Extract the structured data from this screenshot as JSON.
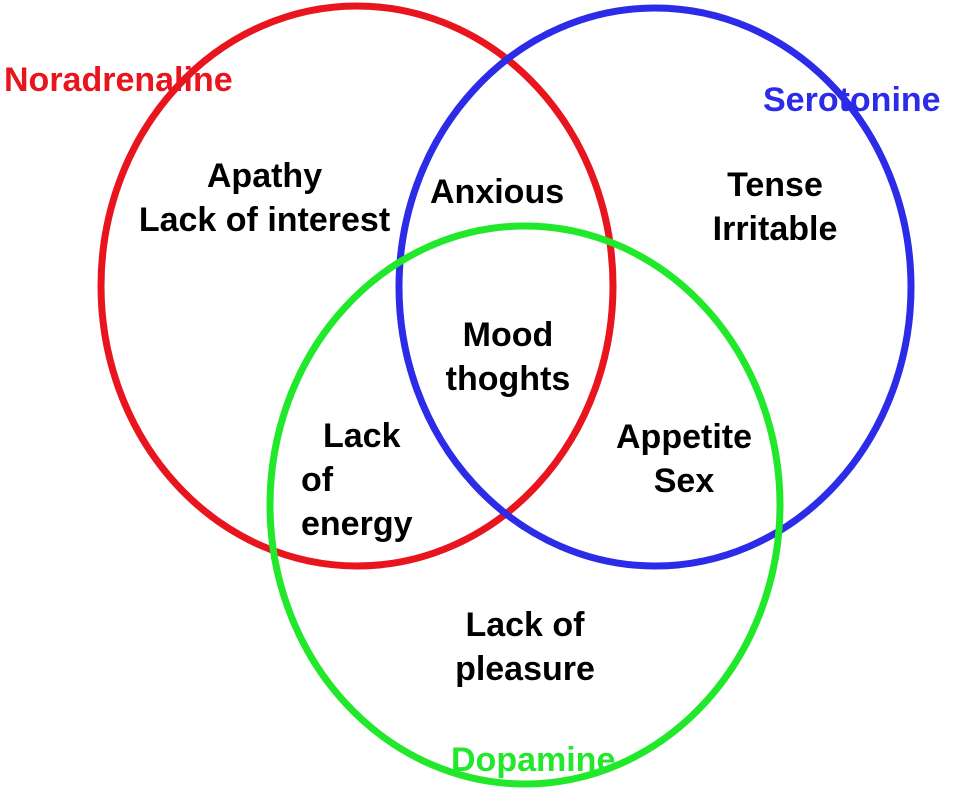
{
  "sets": [
    {
      "id": "noradrenaline",
      "label": "Noradrenaline",
      "color": "#e8141e"
    },
    {
      "id": "serotonine",
      "label": "Serotonine",
      "color": "#2b2be8"
    },
    {
      "id": "dopamine",
      "label": "Dopamine",
      "color": "#22e82b"
    }
  ],
  "regions": {
    "noradrenaline_only": [
      "Apathy",
      "Lack of interest"
    ],
    "noradrenaline_serotonine": [
      "Anxious"
    ],
    "serotonine_only": [
      "Tense",
      "Irritable"
    ],
    "all_three": [
      "Mood",
      "thoghts"
    ],
    "noradrenaline_dopamine": [
      "Lack",
      "of",
      "energy"
    ],
    "serotonine_dopamine": [
      "Appetite",
      "Sex"
    ],
    "dopamine_only": [
      "Lack of",
      "pleasure"
    ]
  }
}
